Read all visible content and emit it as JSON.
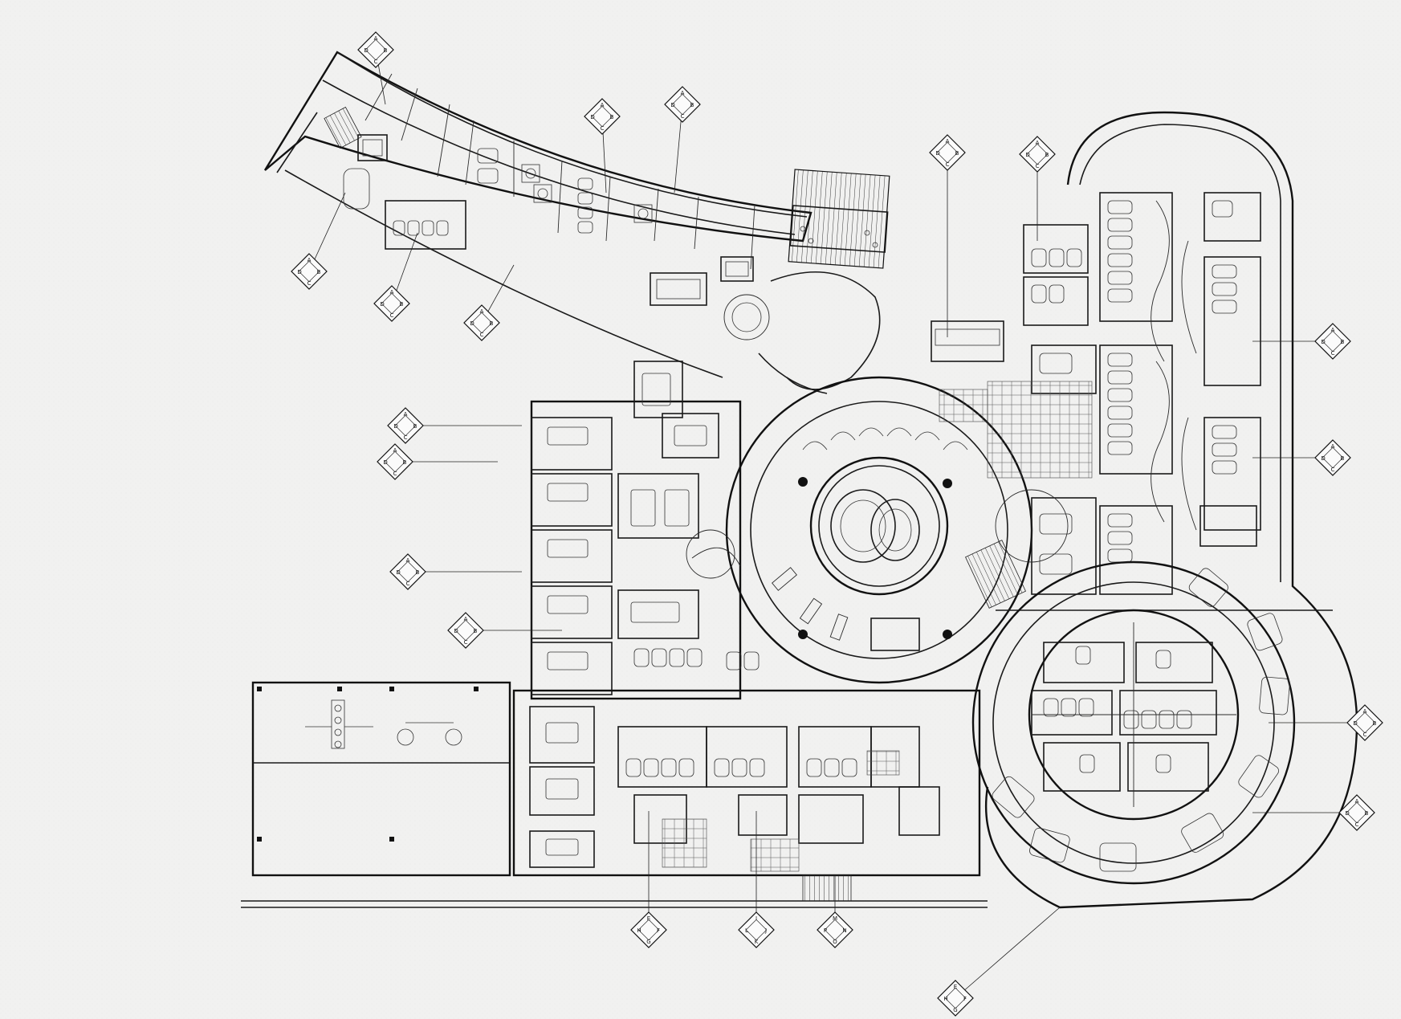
{
  "drawing": {
    "type": "architectural floor plan",
    "colors": {
      "background": "#f1f1f0",
      "line": "#1a1a1a",
      "tag_fill": "#fbfbfb"
    }
  },
  "elevation_tags": [
    {
      "letters": [
        "A",
        "B",
        "C",
        "D"
      ]
    },
    {
      "letters": [
        "A",
        "B",
        "C",
        "D"
      ]
    },
    {
      "letters": [
        "A",
        "B",
        "C",
        "D"
      ]
    },
    {
      "letters": [
        "A",
        "B",
        "C",
        "D"
      ]
    },
    {
      "letters": [
        "A",
        "B",
        "C",
        "D"
      ]
    },
    {
      "letters": [
        "A",
        "B",
        "C",
        "D"
      ]
    },
    {
      "letters": [
        "A",
        "B",
        "C",
        "D"
      ]
    },
    {
      "letters": [
        "A",
        "B",
        "C",
        "D"
      ]
    },
    {
      "letters": [
        "A",
        "B",
        "C",
        "D"
      ]
    },
    {
      "letters": [
        "A",
        "B",
        "C",
        "D"
      ]
    },
    {
      "letters": [
        "E",
        "F",
        "G",
        "H"
      ]
    },
    {
      "letters": [
        "E",
        "F",
        "G",
        "H"
      ]
    },
    {
      "letters": [
        "I",
        "J",
        "K",
        "L"
      ]
    },
    {
      "letters": [
        "M",
        "N",
        "O",
        "P"
      ]
    },
    {
      "letters": [
        "A",
        "B",
        "C",
        "D"
      ]
    },
    {
      "letters": [
        "A",
        "B",
        "C",
        "D"
      ]
    },
    {
      "letters": [
        "A",
        "B",
        "C",
        "D"
      ]
    },
    {
      "letters": [
        "A",
        "B",
        "C",
        "D"
      ]
    },
    {
      "letters": [
        "A",
        "B",
        "C",
        "D"
      ]
    },
    {
      "letters": [
        "A",
        "B",
        "C",
        "D"
      ]
    }
  ]
}
